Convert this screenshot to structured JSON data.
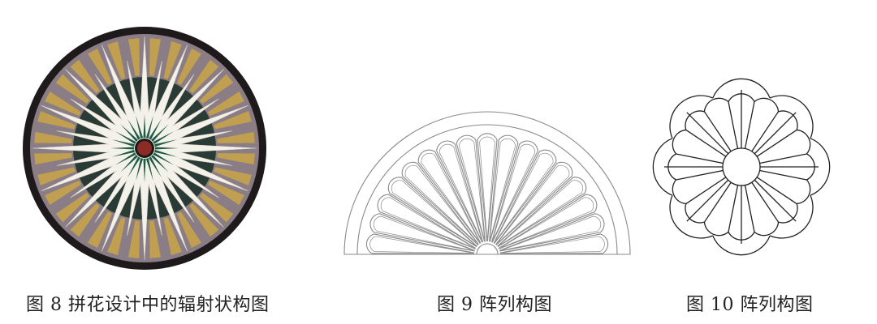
{
  "figures": [
    {
      "id": "fig8",
      "caption": "图 8  拼花设计中的辐射状构图",
      "description": "Circular marble inlay medallion with radiating white compass-star points, yellow and dark segments, green inner rays and red center",
      "colors": {
        "border": "#1e1a1c",
        "background_marble": "#8a7d86",
        "star_points": "#f4f1ea",
        "gold_segments": "#c9a446",
        "dark_ring": "#2a3a34",
        "green_rays": "#1f5a44",
        "center": "#8c2a24"
      },
      "ray_count": 32
    },
    {
      "id": "fig9",
      "caption": "图 9  阵列构图",
      "description": "Semicircular fan line drawing with radiating rounded petals",
      "petal_count": 17,
      "stroke_color": "#8a8a8a"
    },
    {
      "id": "fig10",
      "caption": "图 10  阵列构图",
      "description": "Circular scalloped rosette line drawing with central circle and radiating segments",
      "segment_count": 16,
      "stroke_color": "#222222"
    }
  ]
}
